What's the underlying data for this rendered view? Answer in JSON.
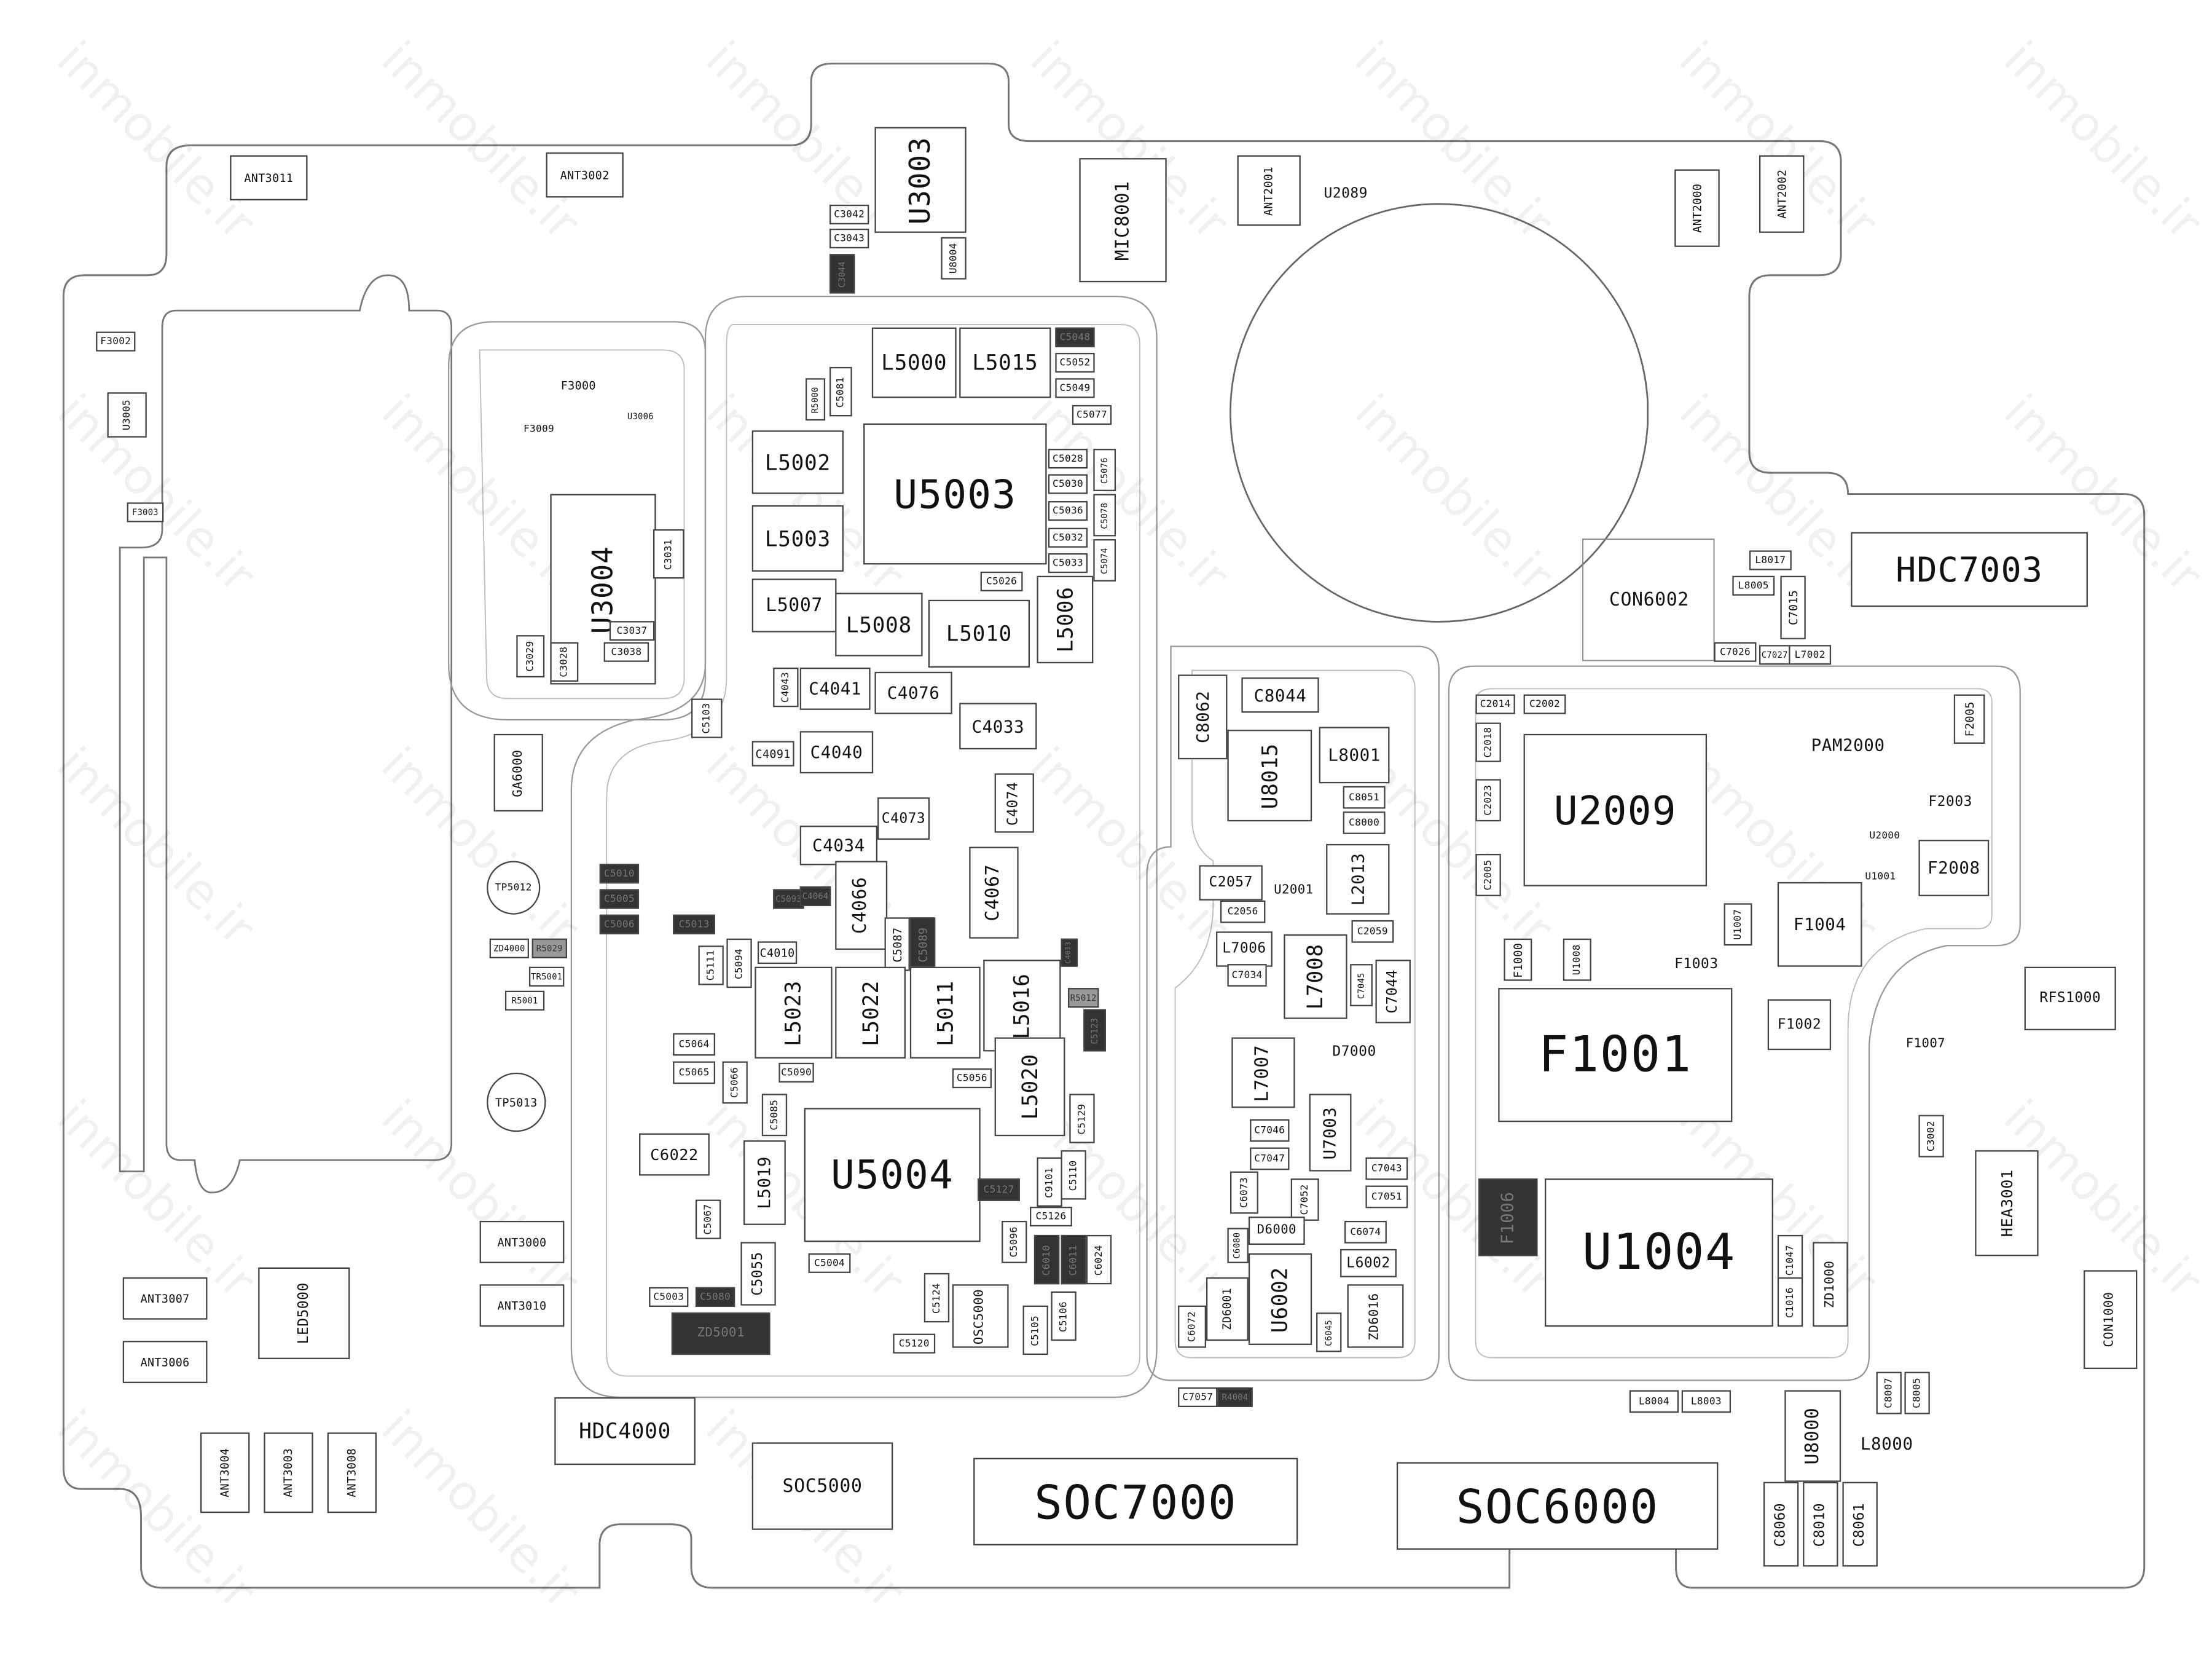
{
  "watermark": "inmobile.ir",
  "components": {
    "U5003": "U5003",
    "U5004": "U5004",
    "U2009": "U2009",
    "F1001": "F1001",
    "U1004": "U1004",
    "SOC7000": "SOC7000",
    "SOC6000": "SOC6000",
    "SOC5000": "SOC5000",
    "HDC7003": "HDC7003",
    "HDC4000": "HDC4000",
    "CON6002": "CON6002",
    "U3004": "U3004",
    "U3003": "U3003",
    "MIC8001": "MIC8001",
    "U2089": "U2089",
    "ANT3011": "ANT3011",
    "ANT3002": "ANT3002",
    "ANT2001": "ANT2001",
    "ANT2000": "ANT2000",
    "ANT2002": "ANT2002",
    "F3002": "F3002",
    "U3005": "U3005",
    "F3003": "F3003",
    "F3000": "F3000",
    "F3009": "F3009",
    "U3006": "U3006",
    "C3031": "C3031",
    "C3037": "C3037",
    "C3038": "C3038",
    "C3029": "C3029",
    "C3028": "C3028",
    "GA6000": "GA6000",
    "TP5012": "TP5012",
    "TP5013": "TP5013",
    "ZD4000": "ZD4000",
    "R5029": "R5029",
    "TR5001": "TR5001",
    "R5001": "R5001",
    "ANT3000": "ANT3000",
    "ANT3010": "ANT3010",
    "ANT3007": "ANT3007",
    "ANT3006": "ANT3006",
    "LED5000": "LED5000",
    "ANT3004": "ANT3004",
    "ANT3003": "ANT3003",
    "ANT3008": "ANT3008",
    "L5000": "L5000",
    "L5015": "L5015",
    "L5002": "L5002",
    "L5003": "L5003",
    "L5007": "L5007",
    "L5008": "L5008",
    "L5010": "L5010",
    "L5006": "L5006",
    "C5048": "C5048",
    "C5052": "C5052",
    "C5049": "C5049",
    "C5077": "C5077",
    "C5028": "C5028",
    "C5076": "C5076",
    "C5030": "C5030",
    "C5036": "C5036",
    "C5078": "C5078",
    "C5032": "C5032",
    "C5033": "C5033",
    "C5074": "C5074",
    "C5026": "C5026",
    "R5000": "R5000",
    "C5081": "C5081",
    "C4041": "C4041",
    "C4076": "C4076",
    "C4033": "C4033",
    "C4040": "C4040",
    "C4091": "C4091",
    "C4043": "C4043",
    "C4034": "C4034",
    "C4066": "C4066",
    "C4067": "C4067",
    "C4073": "C4073",
    "C4074": "C4074",
    "C4010": "C4010",
    "C5087": "C5087",
    "C5089": "C5089",
    "C5093": "C5093",
    "C4064": "C4064",
    "R5012": "R5012",
    "C4013": "C4013",
    "L5023": "L5023",
    "L5022": "L5022",
    "L5011": "L5011",
    "L5016": "L5016",
    "L5020": "L5020",
    "L5019": "L5019",
    "C5103": "C5103",
    "C5010": "C5010",
    "C5005": "C5005",
    "C5006": "C5006",
    "C5013": "C5013",
    "C5111": "C5111",
    "C5094": "C5094",
    "C5064": "C5064",
    "C5065": "C5065",
    "C5066": "C5066",
    "C5090": "C5090",
    "C5056": "C5056",
    "C5085": "C5085",
    "C5129": "C5129",
    "C5123": "C5123",
    "C6022": "C6022",
    "C5067": "C5067",
    "C5055": "C5055",
    "C5003": "C5003",
    "C5080": "C5080",
    "ZD5001": "ZD5001",
    "C5004": "C5004",
    "C5124": "C5124",
    "C5120": "C5120",
    "OSC5000": "OSC5000",
    "C5105": "C5105",
    "C5106": "C5106",
    "C5126": "C5126",
    "C5096": "C5096",
    "C5127": "C5127",
    "C9101": "C9101",
    "C5110": "C5110",
    "C6010": "C6010",
    "C6011": "C6011",
    "C6024": "C6024",
    "C8062": "C8062",
    "C8044": "C8044",
    "U8015": "U8015",
    "L8001": "L8001",
    "C8051": "C8051",
    "C8000": "C8000",
    "L2013": "L2013",
    "C2057": "C2057",
    "U2001": "U2001",
    "C2056": "C2056",
    "C2059": "C2059",
    "L7006": "L7006",
    "L7008": "L7008",
    "C7034": "C7034",
    "C7044": "C7044",
    "C7045": "C7045",
    "D7000": "D7000",
    "L7007": "L7007",
    "U7003": "U7003",
    "C7046": "C7046",
    "C7047": "C7047",
    "C7043": "C7043",
    "C7051": "C7051",
    "C7052": "C7052",
    "C6073": "C6073",
    "C6074": "C6074",
    "D6000": "D6000",
    "L6002": "L6002",
    "U6002": "U6002",
    "ZD6001": "ZD6001",
    "ZD6016": "ZD6016",
    "C6072": "C6072",
    "C6045": "C6045",
    "C6080": "C6080",
    "C7057": "C7057",
    "R4004": "R4004",
    "PAM2000": "PAM2000",
    "F2005": "F2005",
    "F2003": "F2003",
    "F2008": "F2008",
    "U2000": "U2000",
    "U1001": "U1001",
    "F1004": "F1004",
    "F1003": "F1003",
    "F1002": "F1002",
    "F1006": "F1006",
    "F1000": "F1000",
    "U1007": "U1007",
    "U1008": "U1008",
    "F1007": "F1007",
    "C2014": "C2014",
    "C2002": "C2002",
    "C2018": "C2018",
    "C2023": "C2023",
    "C2005": "C2005",
    "C1047": "C1047",
    "C1016": "C1016",
    "ZD1000": "ZD1000",
    "RFS1000": "RFS1000",
    "HEA3001": "HEA3001",
    "CON1000": "CON1000",
    "C3002": "C3002",
    "L8017": "L8017",
    "L8005": "L8005",
    "C7015": "C7015",
    "C7026": "C7026",
    "C7027": "C7027",
    "L7002": "L7002",
    "U8000": "U8000",
    "L8000": "L8000",
    "C8060": "C8060",
    "C8010": "C8010",
    "C8061": "C8061",
    "C8007": "C8007",
    "C8005": "C8005",
    "L8004": "L8004",
    "L8003": "L8003",
    "C3042": "C3042",
    "C3043": "C3043",
    "U8004": "U8004",
    "C3044": "C3044"
  }
}
